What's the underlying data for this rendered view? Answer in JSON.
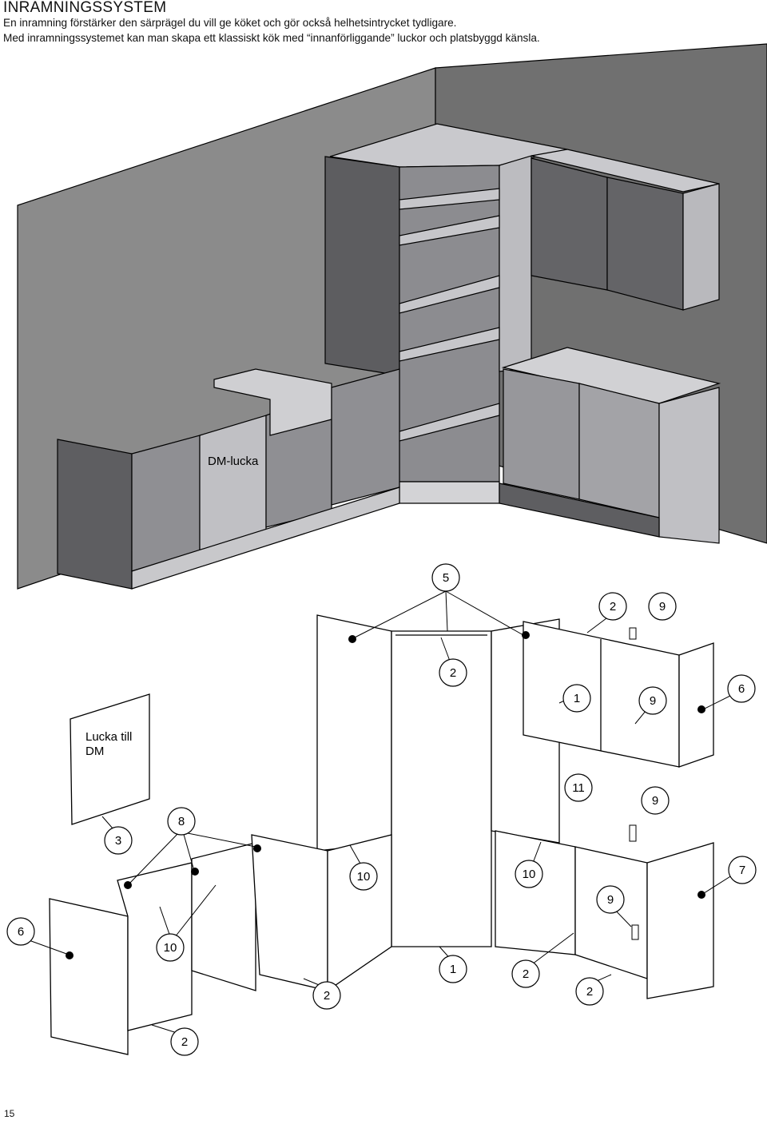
{
  "header": {
    "title": "INRAMNINGSSYSTEM",
    "lines": [
      "En inramning förstärker den särprägel du vill ge köket och gör också helhetsintrycket tydligare.",
      "Med  inramningssystemet kan man skapa ett klassiskt kök med “innanförliggande” luckor och platsbyggd känsla."
    ]
  },
  "top_figure": {
    "dm_label": "DM-lucka"
  },
  "exploded_figure": {
    "door_label_lines": [
      "Lucka till",
      "DM"
    ],
    "callouts": [
      "5",
      "2",
      "9",
      "2",
      "1",
      "9",
      "6",
      "11",
      "9",
      "3",
      "8",
      "10",
      "10",
      "7",
      "9",
      "6",
      "10",
      "2",
      "1",
      "2",
      "2",
      "2"
    ]
  },
  "footer": {
    "page_number": "15"
  },
  "colors": {
    "wall_left": "#8a8a8a",
    "wall_right": "#6e6e6e",
    "cabinet_dark": "#5a5a5c",
    "cabinet_light": "#b9b9bd",
    "line": "#000000"
  }
}
